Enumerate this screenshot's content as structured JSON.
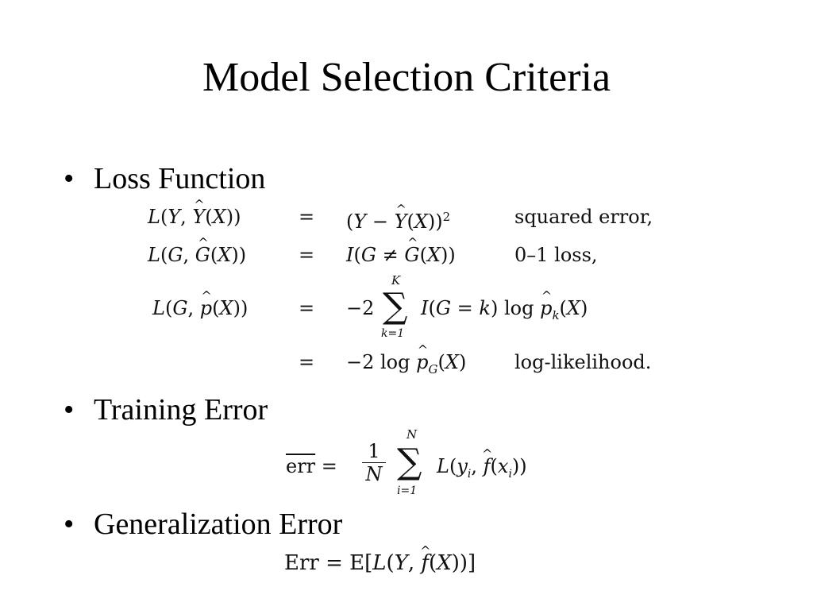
{
  "slide": {
    "title": "Model Selection Criteria",
    "bullets": [
      {
        "label": "Loss Function"
      },
      {
        "label": "Training Error"
      },
      {
        "label": "Generalization Error"
      }
    ],
    "bullet_symbol": "•"
  },
  "loss_equations": {
    "squared_error_note": "squared error,",
    "zero_one_note": "0–1 loss,",
    "log_likelihood_note": "log-likelihood."
  },
  "training_error": {
    "lhs": "err",
    "sum_upper": "N",
    "sum_lower": "i=1",
    "frac_num": "1",
    "frac_den": "N"
  },
  "generalization_error": {
    "lhs": "Err"
  }
}
